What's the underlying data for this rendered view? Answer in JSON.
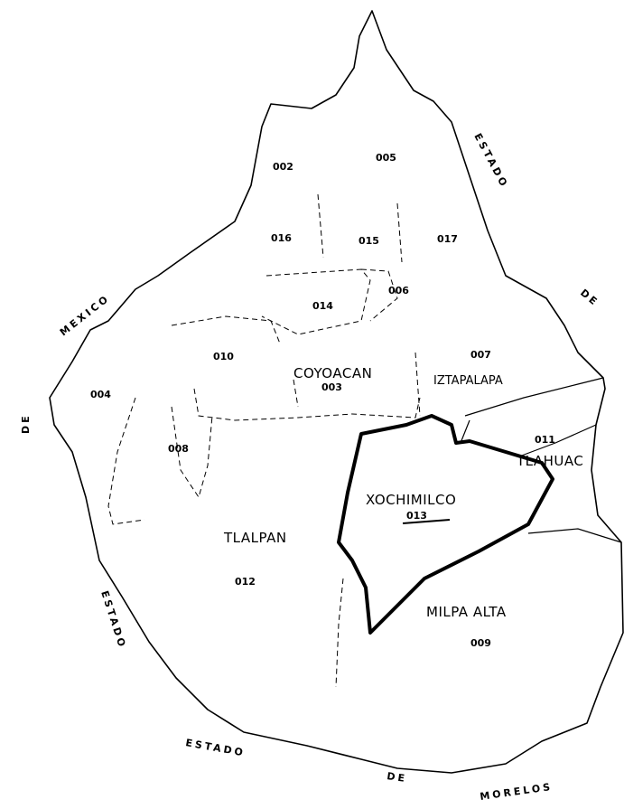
{
  "delegations": [
    {
      "name": "",
      "code": "002"
    },
    {
      "name": "",
      "code": "005"
    },
    {
      "name": "",
      "code": "016"
    },
    {
      "name": "",
      "code": "015"
    },
    {
      "name": "",
      "code": "017"
    },
    {
      "name": "",
      "code": "014"
    },
    {
      "name": "",
      "code": "006"
    },
    {
      "name": "",
      "code": "010"
    },
    {
      "name": "COYOACAN",
      "code": "003"
    },
    {
      "name": "IZTAPALAPA",
      "code": "007"
    },
    {
      "name": "",
      "code": "004"
    },
    {
      "name": "TLAHUAC",
      "code": "011"
    },
    {
      "name": "",
      "code": "008"
    },
    {
      "name": "XOCHIMILCO",
      "code": "013"
    },
    {
      "name": "TLALPAN",
      "code": "012"
    },
    {
      "name": "MILPA ALTA",
      "code": "009"
    }
  ],
  "highlighted": "XOCHIMILCO",
  "borders": {
    "west": [
      "DE",
      "MEXICO"
    ],
    "east": [
      "ESTADO",
      "DE"
    ],
    "south": [
      "ESTADO",
      "DE",
      "MORELOS"
    ],
    "southwest": "ESTADO"
  },
  "colors": {
    "ink": "#000000",
    "paper": "#ffffff"
  }
}
